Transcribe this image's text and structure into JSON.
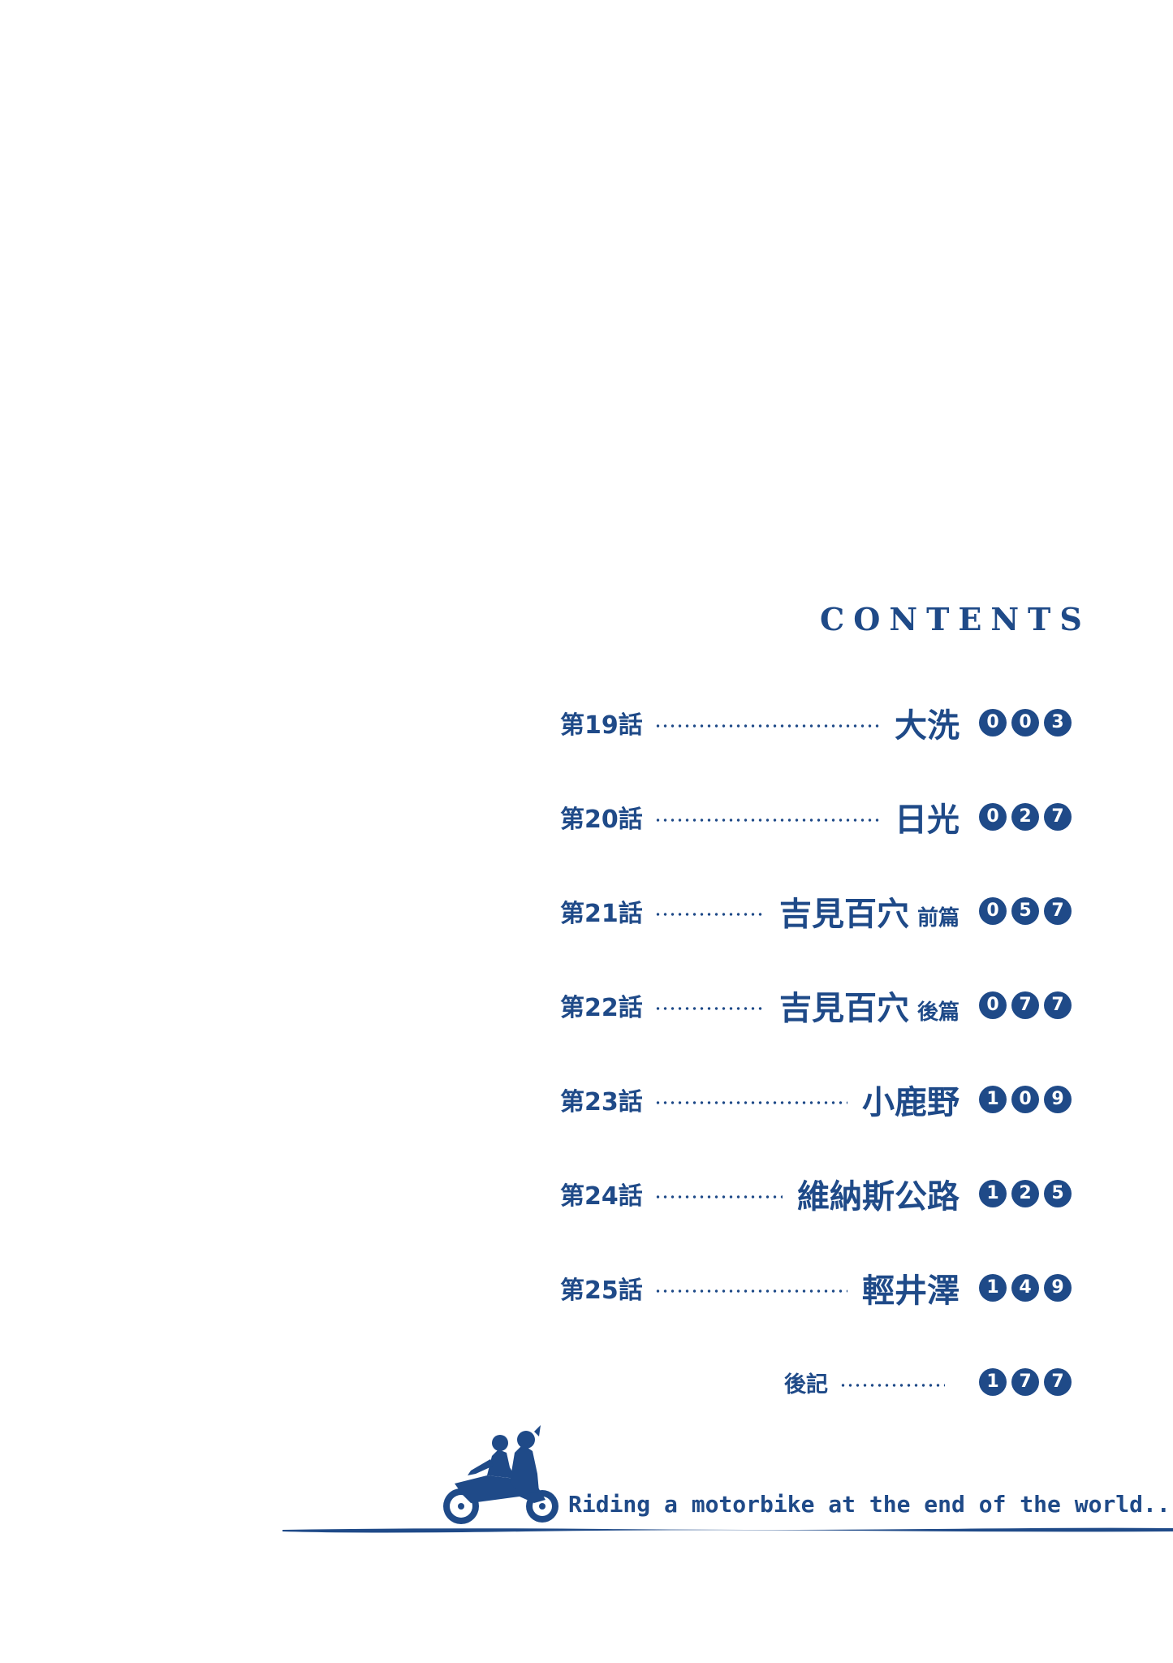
{
  "heading": "CONTENTS",
  "entries": [
    {
      "label": "第19話",
      "title": "大洗",
      "suffix": "",
      "page": [
        "0",
        "0",
        "3"
      ]
    },
    {
      "label": "第20話",
      "title": "日光",
      "suffix": "",
      "page": [
        "0",
        "2",
        "7"
      ]
    },
    {
      "label": "第21話",
      "title": "吉見百穴",
      "suffix": "前篇",
      "page": [
        "0",
        "5",
        "7"
      ]
    },
    {
      "label": "第22話",
      "title": "吉見百穴",
      "suffix": "後篇",
      "page": [
        "0",
        "7",
        "7"
      ]
    },
    {
      "label": "第23話",
      "title": "小鹿野",
      "suffix": "",
      "page": [
        "1",
        "0",
        "9"
      ]
    },
    {
      "label": "第24話",
      "title": "維納斯公路",
      "suffix": "",
      "page": [
        "1",
        "2",
        "5"
      ]
    },
    {
      "label": "第25話",
      "title": "輕井澤",
      "suffix": "",
      "page": [
        "1",
        "4",
        "9"
      ]
    }
  ],
  "afterword": {
    "label": "後記",
    "page": [
      "1",
      "7",
      "7"
    ]
  },
  "tagline": "Riding a motorbike at the end of the world...",
  "accent_color": "#1f4a88",
  "illustration_icon": "motorbike-riders-silhouette-icon"
}
